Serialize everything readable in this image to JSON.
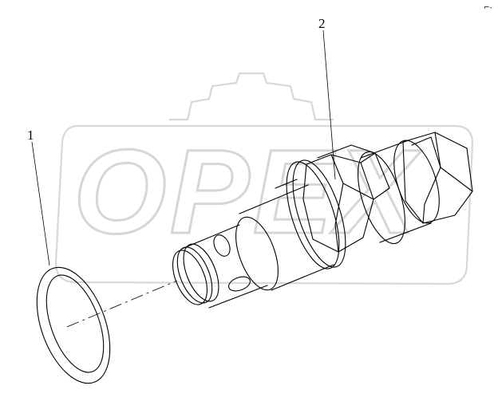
{
  "diagram": {
    "callouts": [
      {
        "id": "1",
        "label": "1"
      },
      {
        "id": "2",
        "label": "2"
      }
    ],
    "corner_mark": "⌐-",
    "watermark": {
      "text": "OPEX"
    }
  }
}
